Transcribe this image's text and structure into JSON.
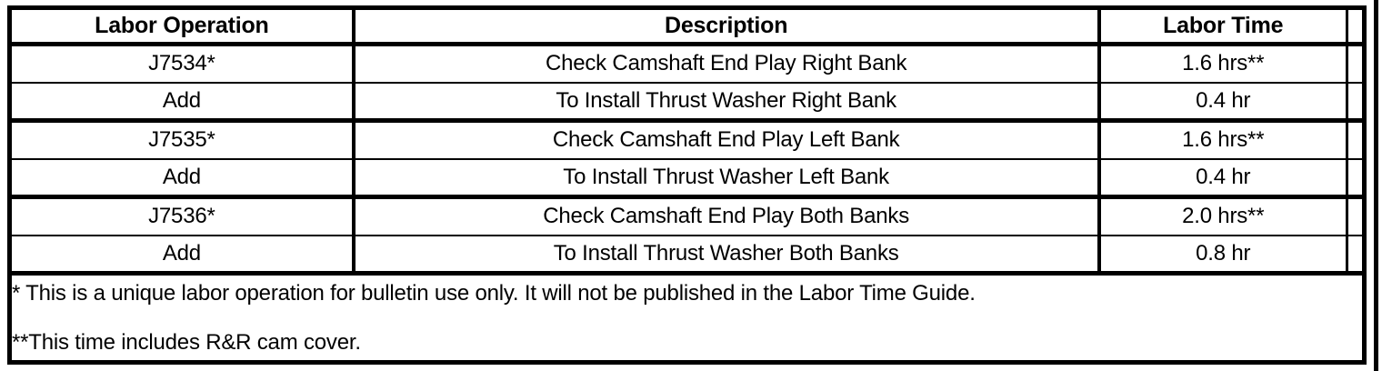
{
  "table": {
    "columns": [
      {
        "key": "labor_operation",
        "header": "Labor Operation"
      },
      {
        "key": "description",
        "header": "Description"
      },
      {
        "key": "labor_time",
        "header": "Labor Time"
      },
      {
        "key": "spacer",
        "header": ""
      }
    ],
    "rows": [
      {
        "labor_operation": "J7534*",
        "description": "Check Camshaft End Play Right Bank",
        "labor_time": "1.6 hrs**"
      },
      {
        "labor_operation": "Add",
        "description": "To Install Thrust Washer Right Bank",
        "labor_time": "0.4 hr"
      },
      {
        "labor_operation": "J7535*",
        "description": "Check Camshaft End Play Left Bank",
        "labor_time": "1.6 hrs**"
      },
      {
        "labor_operation": "Add",
        "description": "To Install Thrust Washer Left Bank",
        "labor_time": "0.4 hr"
      },
      {
        "labor_operation": "J7536*",
        "description": "Check Camshaft End Play Both Banks",
        "labor_time": "2.0 hrs**"
      },
      {
        "labor_operation": "Add",
        "description": "To Install Thrust Washer Both Banks",
        "labor_time": "0.8 hr"
      }
    ],
    "footnotes": {
      "single_asterisk": "* This is a unique labor operation for bulletin use only. It will not be published in the Labor Time Guide.",
      "double_asterisk": "**This time includes R&R cam cover."
    }
  },
  "colors": {
    "rule": "#000000",
    "text": "#000000",
    "background": "#ffffff"
  }
}
